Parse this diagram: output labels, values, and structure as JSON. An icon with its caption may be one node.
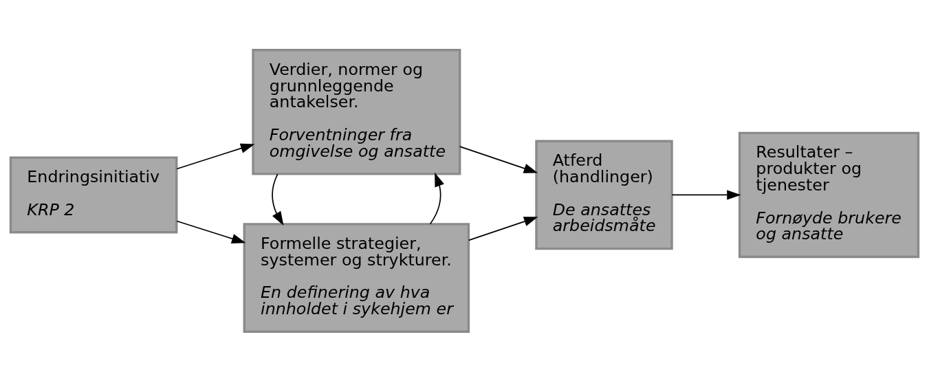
{
  "diagram": {
    "nodes": [
      {
        "text": [
          "Endringsinitiativ",
          "KRP 2"
        ]
      },
      {
        "text": [
          "Formelle strategier, systemer og strykturer.",
          "En definering av hva innholdet i sykehjem er"
        ]
      },
      {
        "text": [
          "Verdier, normer og grunnleggende antakelser.",
          "Forventninger fra omgivelse og ansatte"
        ]
      },
      {
        "text": [
          "Atferd (handlinger)",
          "De ansattes arbeidsmåte"
        ]
      },
      {
        "text": [
          "Resultater – produkter og tjenester",
          "Fornøyde brukere og ansatte"
        ]
      }
    ],
    "edges": [
      {
        "from": 0,
        "to": 1,
        "arrow": "to"
      },
      {
        "from": 0,
        "to": 2,
        "arrow": "to"
      },
      {
        "from": 1,
        "to": 2,
        "arrow": "to"
      },
      {
        "from": 2,
        "to": 1,
        "arrow": "to"
      },
      {
        "from": 1,
        "to": 3,
        "arrow": "to"
      },
      {
        "from": 2,
        "to": 3,
        "arrow": "to"
      },
      {
        "from": 3,
        "to": 4,
        "arrow": "to"
      }
    ]
  }
}
